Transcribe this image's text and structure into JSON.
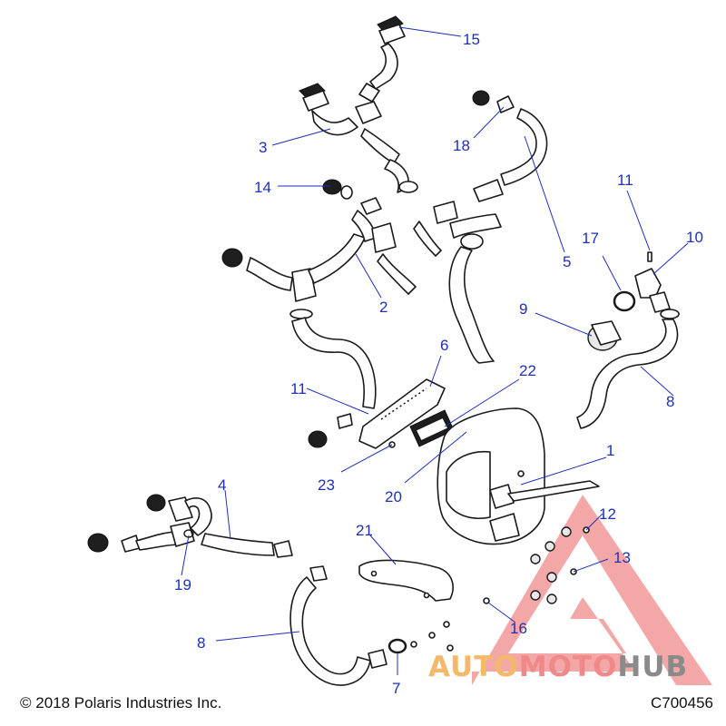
{
  "diagram": {
    "callouts": [
      "15",
      "3",
      "18",
      "14",
      "11",
      "17",
      "10",
      "5",
      "2",
      "9",
      "6",
      "22",
      "8",
      "11",
      "1",
      "23",
      "20",
      "4",
      "12",
      "21",
      "13",
      "19",
      "16",
      "8",
      "7"
    ]
  },
  "footer": {
    "copyright": "© 2018 Polaris Industries Inc.",
    "drawing_code": "C700456"
  },
  "watermark": {
    "part1": "AUTO",
    "part2": "MOTO",
    "part3": "HUB",
    "colors": {
      "triangle": "#f08a8a",
      "auto": "#f4b86a",
      "moto": "#f08a8a",
      "hub": "#8a8a8a"
    }
  },
  "colors": {
    "callout": "#1e2fb8"
  }
}
